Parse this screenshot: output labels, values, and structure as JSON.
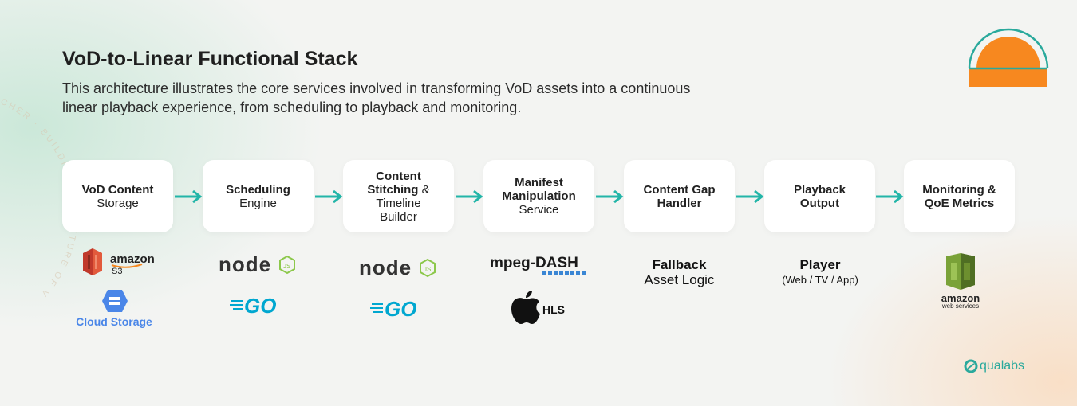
{
  "header": {
    "title_bold": "VoD-to-Linear",
    "title_rest": "Functional Stack",
    "subtitle_line1": "This architecture illustrates the core services involved in transforming VoD assets into a continuous",
    "subtitle_line2": "linear playback experience, from scheduling to playback and monitoring."
  },
  "watermark": "CHER · BUILDING THE FUTURE OF VIDEO ·",
  "steps": [
    {
      "bold": "VoD Content",
      "rest": "Storage"
    },
    {
      "bold": "Scheduling",
      "rest": "Engine"
    },
    {
      "bold1": "Content",
      "bold2": "Stitching",
      "amp": "&",
      "rest1": "Timeline",
      "rest2": "Builder"
    },
    {
      "bold1": "Manifest",
      "bold2": "Manipulation",
      "rest": "Service"
    },
    {
      "bold1": "Content Gap",
      "bold2": "Handler"
    },
    {
      "bold1": "Playback",
      "bold2": "Output"
    },
    {
      "bold1": "Monitoring &",
      "bold2": "QoE Metrics"
    }
  ],
  "logos": {
    "amazon_s3": {
      "word": "amazon",
      "sub": "S3"
    },
    "cloud_storage": "Cloud Storage",
    "node": "node",
    "go": "GO",
    "dash": {
      "prefix": "mpeg-",
      "main": "DASH"
    },
    "hls": "HLS",
    "aws": {
      "word": "amazon",
      "sub": "web services"
    }
  },
  "captions": {
    "fallback": {
      "bold": "Fallback",
      "rest": "Asset Logic"
    },
    "player": {
      "bold": "Player",
      "rest": "(Web / TV / App)"
    }
  },
  "brand": "qualabs",
  "colors": {
    "arrow": "#22b5a8",
    "accent_orange": "#f7881f",
    "accent_teal": "#2aa99c",
    "go_blue": "#00a7d0",
    "node_gray": "#333333",
    "node_green": "#8cc84b"
  }
}
